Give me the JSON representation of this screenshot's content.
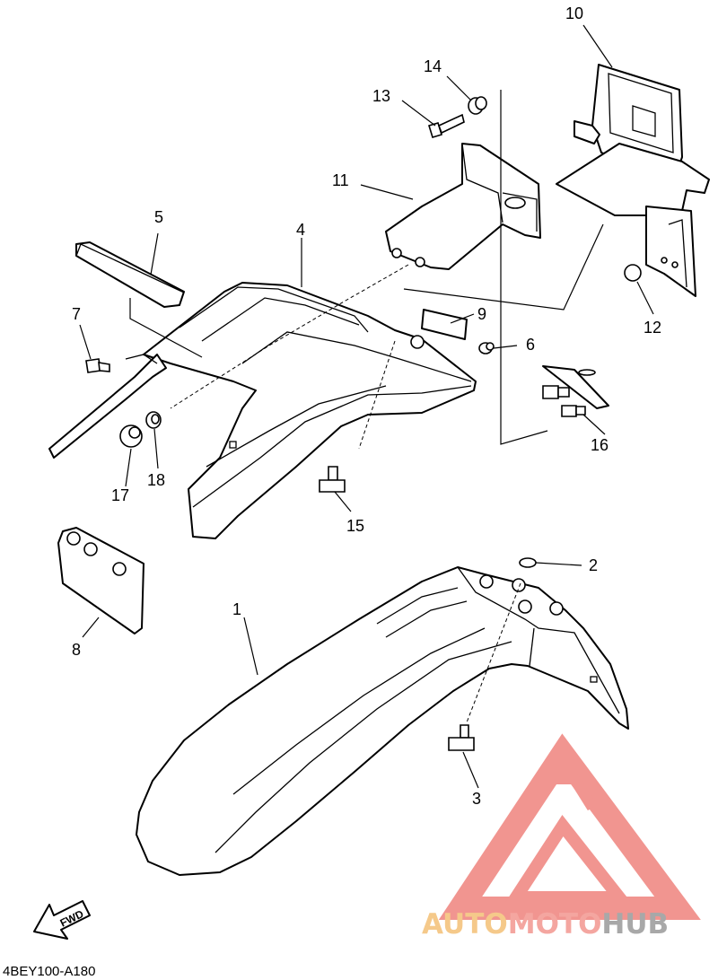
{
  "diagram": {
    "callouts": [
      {
        "id": "1",
        "text": "1"
      },
      {
        "id": "2",
        "text": "2"
      },
      {
        "id": "3",
        "text": "3"
      },
      {
        "id": "4",
        "text": "4"
      },
      {
        "id": "5",
        "text": "5"
      },
      {
        "id": "6",
        "text": "6"
      },
      {
        "id": "7",
        "text": "7"
      },
      {
        "id": "8",
        "text": "8"
      },
      {
        "id": "9",
        "text": "9"
      },
      {
        "id": "10",
        "text": "10"
      },
      {
        "id": "11",
        "text": "11"
      },
      {
        "id": "12",
        "text": "12"
      },
      {
        "id": "13",
        "text": "13"
      },
      {
        "id": "14",
        "text": "14"
      },
      {
        "id": "15",
        "text": "15"
      },
      {
        "id": "16",
        "text": "16"
      },
      {
        "id": "17",
        "text": "17"
      },
      {
        "id": "18",
        "text": "18"
      }
    ],
    "fwd_label": "FWD",
    "drawing_code": "4BEY100-A180"
  },
  "watermark": {
    "brand_part1": "AUTO",
    "brand_part2": "MOTO",
    "brand_part3": "HUB",
    "color_part1": "#f5c98a",
    "color_part2": "#f4a6a0",
    "color_part3": "#a8a8a8",
    "logo_color": "#f08a84"
  }
}
